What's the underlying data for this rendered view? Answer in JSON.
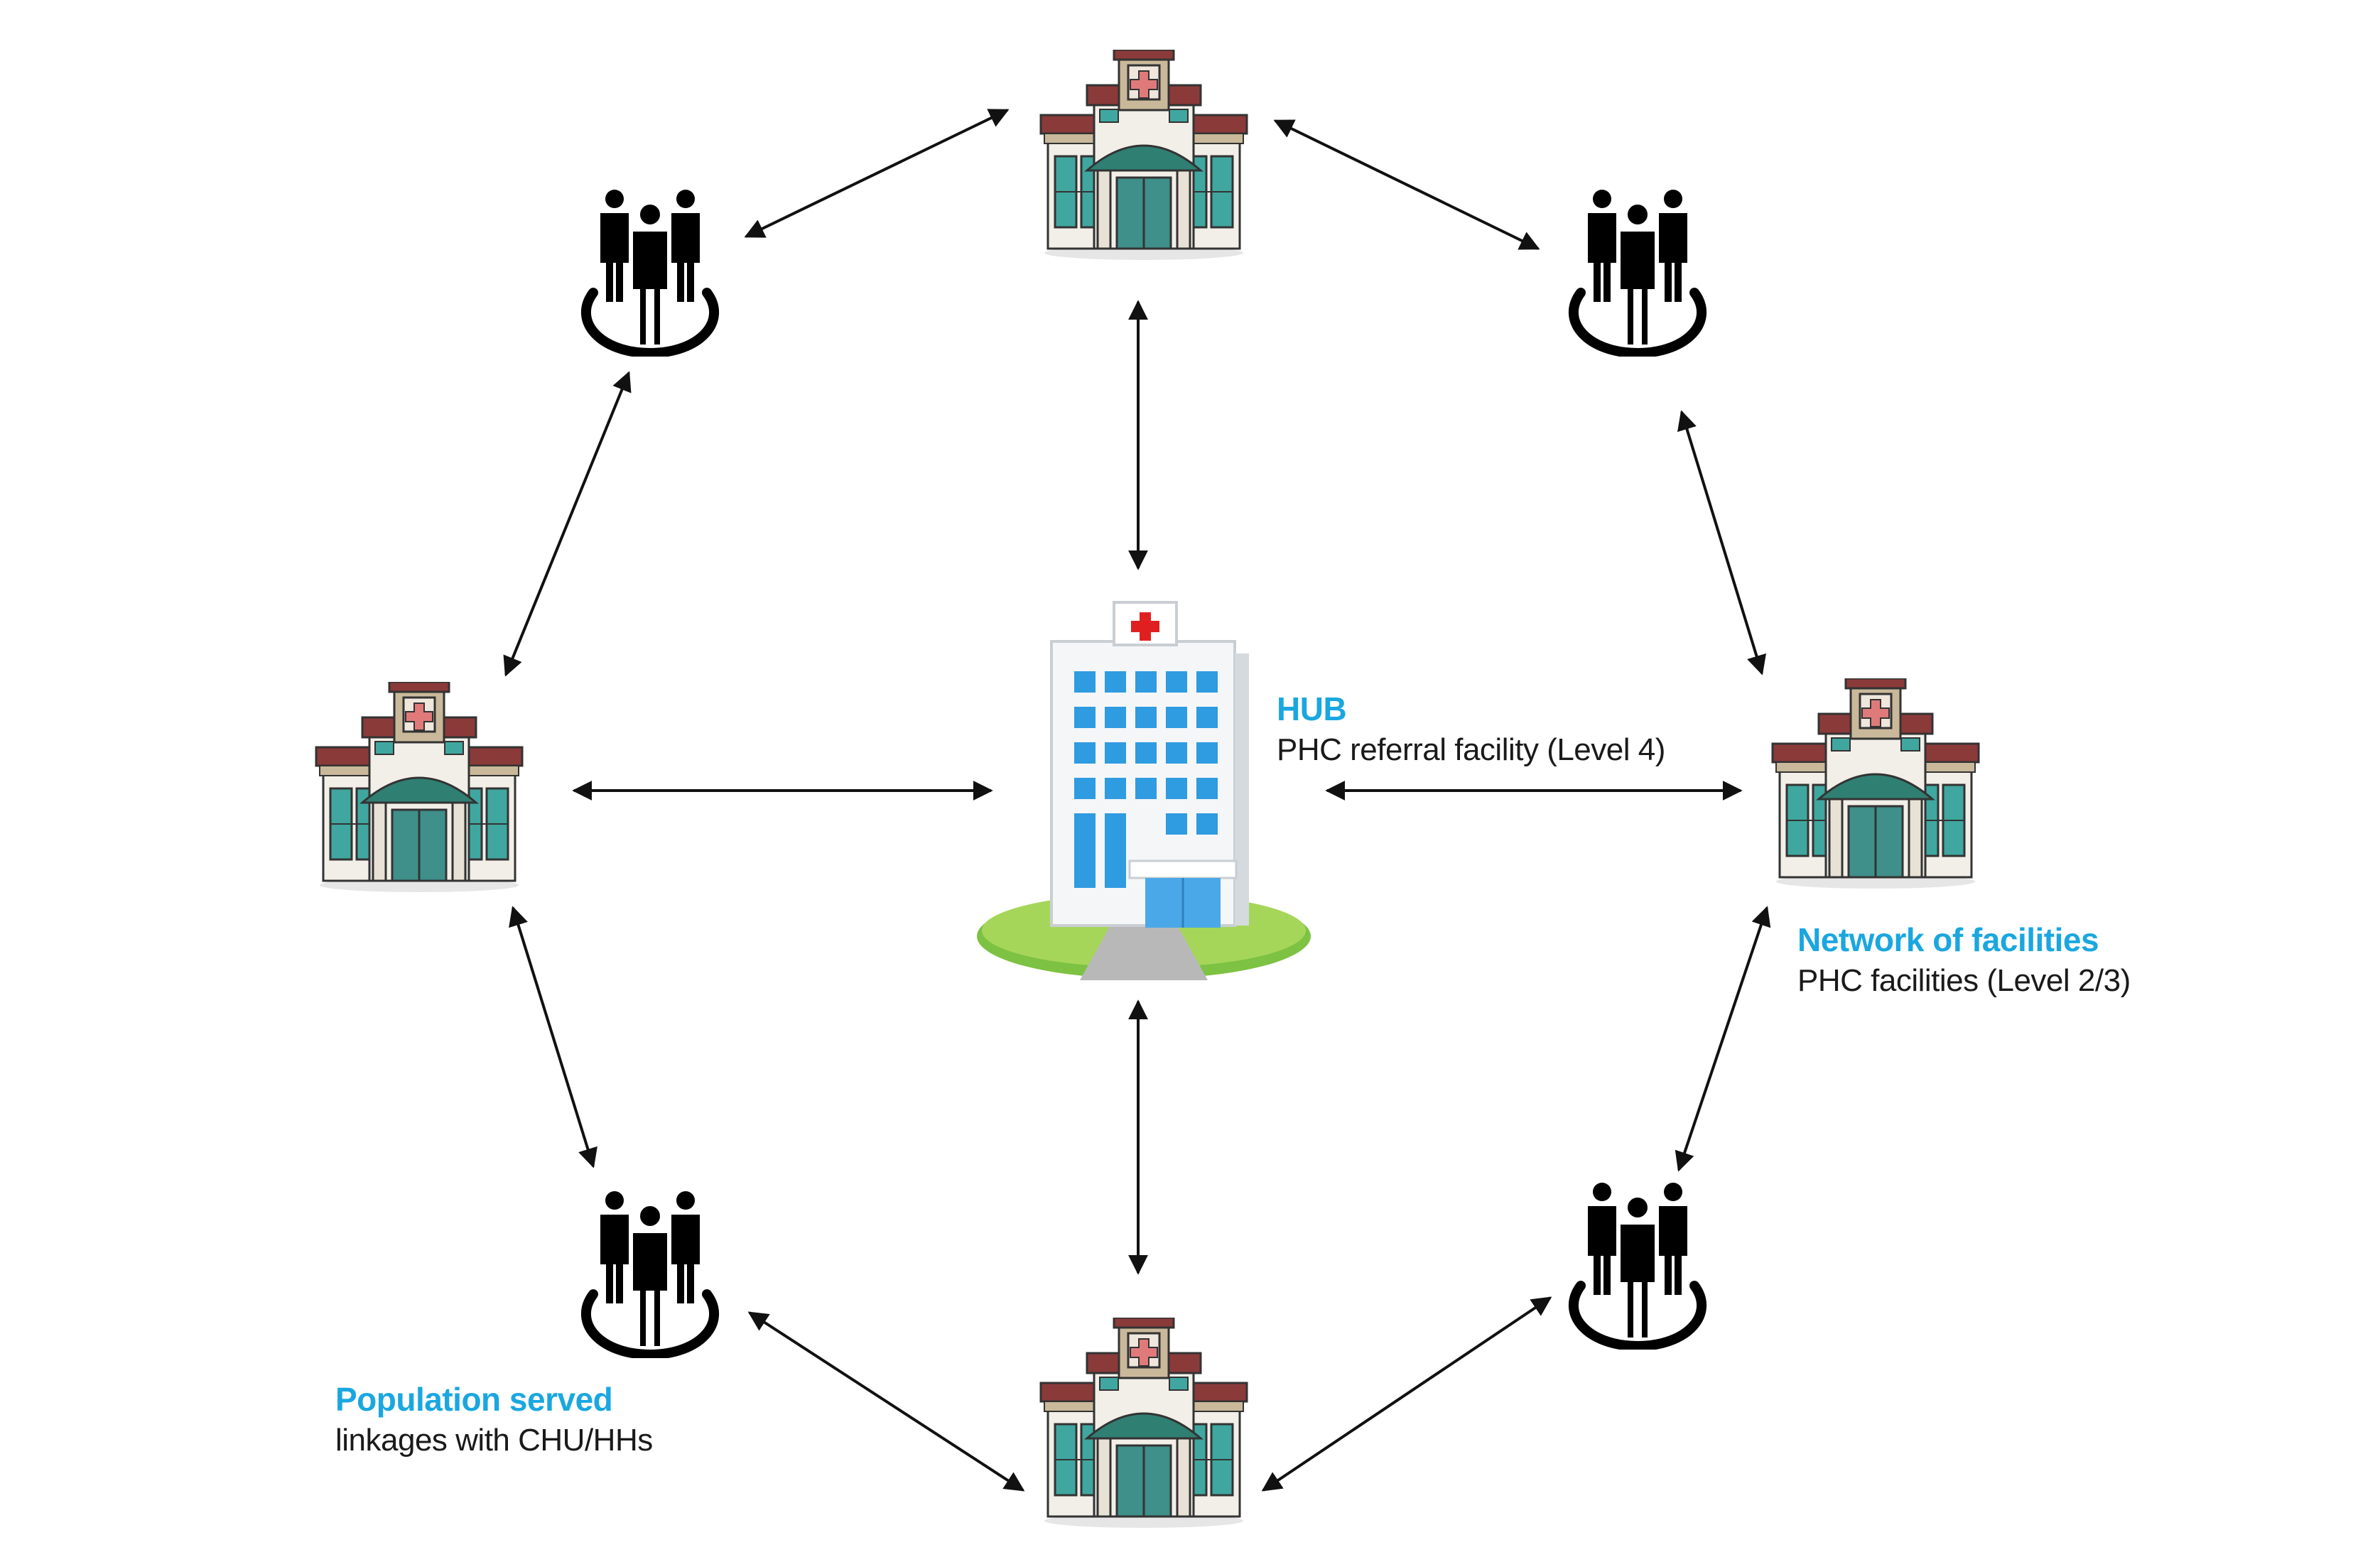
{
  "hub": {
    "title": "HUB",
    "subtitle": "PHC referral facility (Level 4)"
  },
  "network": {
    "title": "Network of facilities",
    "subtitle": "PHC facilities (Level 2/3)"
  },
  "population": {
    "title": "Population served",
    "subtitle": "linkages with CHU/HHs"
  },
  "icons": {
    "hub": "hospital-building-icon",
    "facility": "clinic-building-icon",
    "population": "people-group-icon"
  },
  "colors": {
    "accent_text": "#1aa7e0",
    "arrow": "#111111",
    "clinic_roof": "#8b3a3a",
    "clinic_awning": "#2f7f73",
    "hub_windows": "#2f9be0",
    "hub_lawn": "#7dc242"
  }
}
